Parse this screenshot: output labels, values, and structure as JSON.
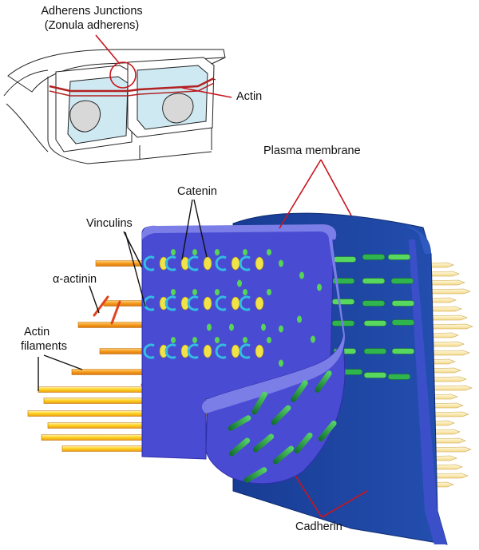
{
  "labels": {
    "adherens_title_line1": "Adherens Junctions",
    "adherens_title_line2": "(Zonula adherens)",
    "actin": "Actin",
    "plasma_membrane": "Plasma membrane",
    "catenin": "Catenin",
    "vinculins": "Vinculins",
    "alpha_actinin": "α-actinin",
    "actin_filaments_line1": "Actin",
    "actin_filaments_line2": "filaments",
    "cadherin": "Cadherin"
  },
  "colors": {
    "membrane_front": "#4a4bd3",
    "membrane_rim": "#7a7ee6",
    "membrane_back": "#1b3f95",
    "actin_filament": "#f5a623",
    "actin_bright": "#ffd21f",
    "catenin": "#f2e24a",
    "vinculin": "#33bde0",
    "alpha_actinin": "#e0431e",
    "cadherin": "#27a84a",
    "callout_line": "#c8161d",
    "cell_fill": "#cfe9f3",
    "nucleus": "#d8d8d8"
  }
}
